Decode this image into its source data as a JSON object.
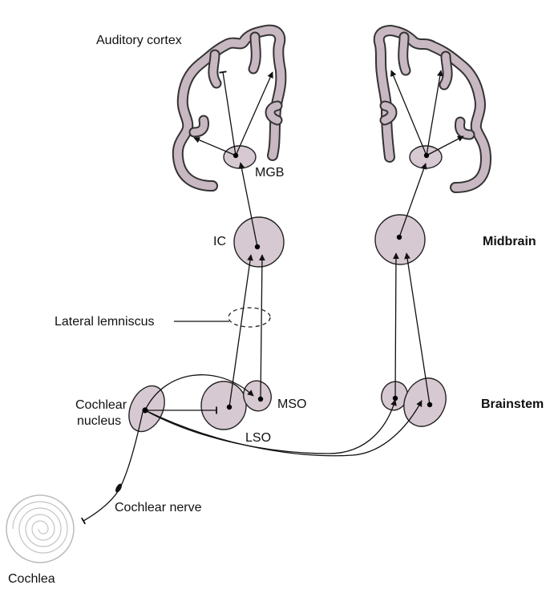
{
  "colors": {
    "nucleus_fill": "#d7c9d1",
    "cortex_fill": "#c8b8c2",
    "outline": "#222222",
    "pathway": "#111111"
  },
  "labels": {
    "auditory_cortex": "Auditory cortex",
    "mgb": "MGB",
    "ic": "IC",
    "midbrain": "Midbrain",
    "lateral_lemniscus": "Lateral lemniscus",
    "cochlear_nucleus_line1": "Cochlear",
    "cochlear_nucleus_line2": "nucleus",
    "mso": "MSO",
    "lso": "LSO",
    "brainstem": "Brainstem",
    "cochlear_nerve": "Cochlear nerve",
    "cochlea": "Cochlea"
  }
}
